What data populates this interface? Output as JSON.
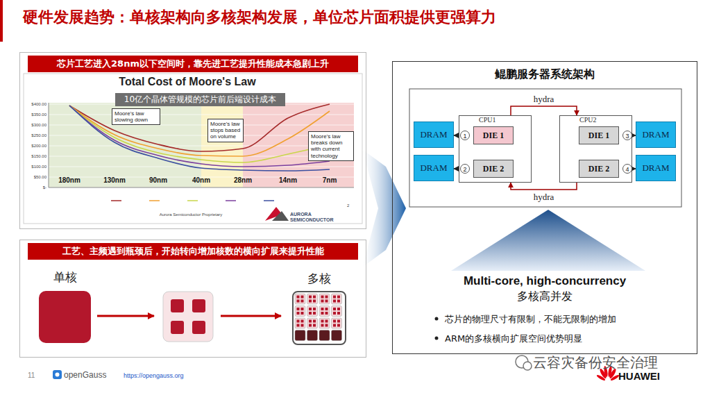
{
  "diagram": {
    "title": "硬件发展趋势：单核架构向多核架构发展，单位芯片面积提供更强算力",
    "nodes": [
      {
        "text": [
          "芯片工艺进入28nm以下空间时，靠先进工艺提升性能成本急剧上升"
        ]
      },
      {
        "text": [
          "10亿个晶体管规模的芯片前后端设计成本"
        ],
        "in": 0
      },
      {
        "text": [
          "Moore's law slowing down"
        ],
        "in": 0
      },
      {
        "text": [
          "Moore's law stops based on volume"
        ],
        "in": 0
      },
      {
        "text": [
          "Moore's law breaks down with current technology"
        ],
        "in": 0
      },
      {
        "text": [
          "工艺、主频遇到瓶颈后，开始转向增加核数的横向扩展来提升性能"
        ]
      },
      {
        "text": [
          "单核"
        ],
        "in": 5
      },
      {
        "text": [
          "多核"
        ],
        "in": 5
      },
      {
        "text": [
          "鲲鹏服务器系统架构",
          "Multi-core, high-concurrency",
          "多核高并发",
          "芯片的物理尺寸有限制，不能无限制的增加",
          "ARM的多核横向扩展空间优势明显"
        ]
      },
      {
        "text": [
          "CPU1"
        ],
        "in": 8
      },
      {
        "text": [
          "DIE 1"
        ],
        "in": 9
      },
      {
        "text": [
          "DIE 2"
        ],
        "in": 9
      },
      {
        "text": [
          "CPU2"
        ],
        "in": 8
      },
      {
        "text": [
          "DIE 1"
        ],
        "in": 12
      },
      {
        "text": [
          "DIE 2"
        ],
        "in": 12
      },
      {
        "text": [
          "DRAM"
        ],
        "in": 8
      },
      {
        "text": [
          "DRAM"
        ],
        "in": 8
      },
      {
        "text": [
          "DRAM"
        ],
        "in": 8
      },
      {
        "text": [
          "DRAM"
        ],
        "in": 8
      }
    ],
    "edges": [
      {
        "from": 10,
        "to": 15,
        "arrow": "to",
        "label": "1"
      },
      {
        "from": 11,
        "to": 16,
        "arrow": "to",
        "label": "2"
      },
      {
        "from": 13,
        "to": 17,
        "arrow": "to",
        "label": "3"
      },
      {
        "from": 14,
        "to": 18,
        "arrow": "to",
        "label": "4"
      },
      {
        "from": 11,
        "to": 10,
        "arrow": "to"
      },
      {
        "from": 13,
        "to": 14,
        "arrow": "to"
      },
      {
        "from": 9,
        "to": 12,
        "arrow": "to",
        "label": "hydra"
      },
      {
        "from": 12,
        "to": 9,
        "arrow": "to",
        "label": "hydra"
      }
    ],
    "labels": [
      "Total Cost of Moore's Law",
      "$400.00",
      "$350.00",
      "$300.00",
      "$250.00",
      "$200.00",
      "$150.00",
      "$100.00",
      "$50.00",
      "$-",
      "180nm",
      "130nm",
      "90nm",
      "40nm",
      "28nm",
      "14nm",
      "7nm",
      "Aurora Semiconductor Proprietary",
      "AURORA SEMICONDUCTOR",
      "2",
      "11",
      "openGauss",
      "https://opengauss.org",
      "云容灾备份安全治理",
      "HUAWEI"
    ]
  }
}
